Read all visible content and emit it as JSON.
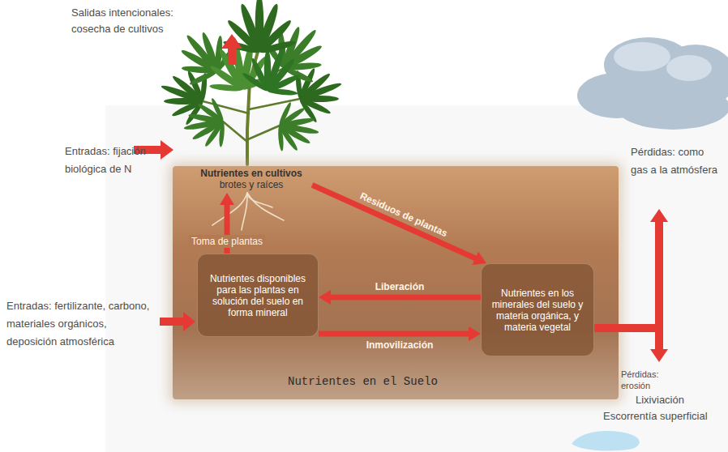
{
  "diagram": {
    "nodes": [
      {
        "text": [
          "Nutrientes en el Suelo"
        ]
      },
      {
        "text": [
          "Nutrientes en cultivos",
          "brotes y raíces"
        ],
        "in": 0
      },
      {
        "text": [
          "Nutrientes disponibles para las plantas en solución del suelo en forma mineral"
        ],
        "in": 0
      },
      {
        "text": [
          "Nutrientes en los minerales del suelo y materia orgánica, y materia vegetal"
        ],
        "in": 0
      }
    ],
    "edges": [
      {
        "from": 2,
        "to": 1,
        "label": "Toma de plantas",
        "arrow": "to"
      },
      {
        "from": 1,
        "to": 3,
        "label": "Residuos de plantas",
        "arrow": "to"
      },
      {
        "from": 3,
        "to": 2,
        "label": "Liberación",
        "arrow": "to"
      },
      {
        "from": 2,
        "to": 3,
        "label": "Inmovilización",
        "arrow": "to"
      }
    ],
    "labels": [
      "Salidas intencionales: cosecha de cultivos",
      "Entradas: fijación biológica de N",
      "Entradas: fertilizante, carbono, materiales orgánicos, deposición atmosférica",
      "Pérdidas: como gas a la atmósfera",
      "Pérdidas: erosión",
      "Lixiviación",
      "Escorrentía superficial"
    ]
  }
}
